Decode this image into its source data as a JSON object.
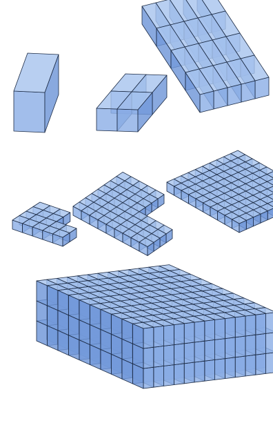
{
  "colors": {
    "background": "#ffffff",
    "top": "#a8c4ee",
    "left": "#8eb0e6",
    "right": "#6f96d8",
    "edge": "#1b2a44",
    "fill_opacity": 0.82
  },
  "figures": [
    {
      "name": "unit-cube",
      "nx": 1,
      "ny": 1,
      "nz": 1
    },
    {
      "name": "cube-slab-2x2",
      "nx": 2,
      "ny": 2,
      "nz": 1
    },
    {
      "name": "cube-slab-4x5",
      "nx": 5,
      "ny": 4,
      "nz": 1
    },
    {
      "name": "l-slab-small",
      "nx": 5,
      "ny": 4,
      "nz": 1,
      "cut": [
        3,
        2
      ]
    },
    {
      "name": "l-slab-medium",
      "nx": 9,
      "ny": 8,
      "nz": 1,
      "cut": [
        5,
        4
      ]
    },
    {
      "name": "square-slab-large",
      "nx": 10,
      "ny": 10,
      "nz": 1
    },
    {
      "name": "large-block",
      "nx": 13,
      "ny": 10,
      "nz": 3
    }
  ]
}
